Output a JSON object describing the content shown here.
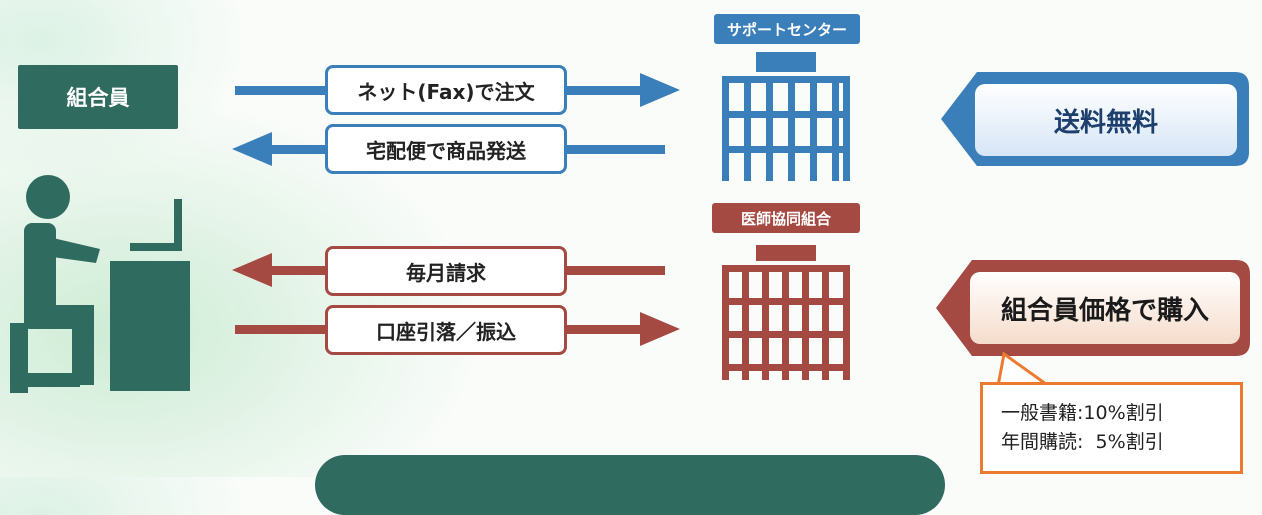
{
  "member": {
    "label": "組合員"
  },
  "support_center": {
    "label": "サポートセンター",
    "color": "#3a7fb9"
  },
  "coop": {
    "label": "医師協同組合",
    "color": "#a44a42"
  },
  "flows": {
    "order": "ネット(Fax)で注文",
    "ship": "宅配便で商品発送",
    "bill": "毎月請求",
    "pay": "口座引落／振込"
  },
  "benefits": {
    "shipping": "送料無料",
    "price": "組合員価格で購入"
  },
  "discounts": {
    "general": "一般書籍:10%割引",
    "subscription": "年間購読:  5%割引"
  },
  "colors": {
    "member_green": "#2f6b5f",
    "accent_orange": "#ec7a30"
  }
}
